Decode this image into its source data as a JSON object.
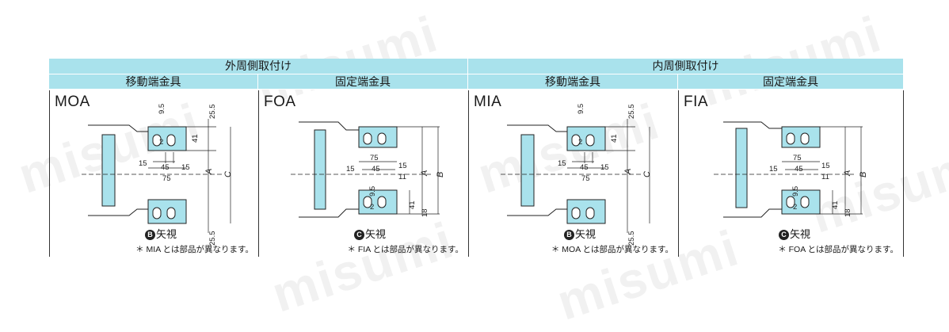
{
  "header": {
    "outer_label": "外周側取付け",
    "inner_label": "内周側取付け",
    "sub": [
      "移動端金具",
      "固定端金具",
      "移動端金具",
      "固定端金具"
    ]
  },
  "panels": [
    {
      "title": "MOA",
      "view": "矢視",
      "view_letter": "B",
      "note": "＊ MIA とは部品が異なります。",
      "dims": [
        "9.5",
        "25.5",
        "41",
        "15",
        "45",
        "15",
        "75",
        "A",
        "C",
        "25.5",
        "2"
      ]
    },
    {
      "title": "FOA",
      "view": "矢視",
      "view_letter": "C",
      "note": "＊ FIA とは部品が異なります。",
      "dims": [
        "75",
        "15",
        "45",
        "15",
        "11",
        "A",
        "B",
        "9.5",
        "41",
        "18",
        "2"
      ]
    },
    {
      "title": "MIA",
      "view": "矢視",
      "view_letter": "B",
      "note": "＊ MOA とは部品が異なります。",
      "dims": [
        "9.5",
        "25.5",
        "41",
        "15",
        "45",
        "15",
        "75",
        "A",
        "C",
        "25.5",
        "2"
      ]
    },
    {
      "title": "FIA",
      "view": "矢視",
      "view_letter": "C",
      "note": "＊ FOA とは部品が異なります。",
      "dims": [
        "75",
        "15",
        "45",
        "15",
        "11",
        "A",
        "B",
        "9.5",
        "41",
        "18",
        "2"
      ]
    }
  ],
  "watermark": "misumi",
  "colors": {
    "header_bg": "#a9e2ec",
    "part_fill": "#a9e2ec",
    "line": "#222222"
  }
}
